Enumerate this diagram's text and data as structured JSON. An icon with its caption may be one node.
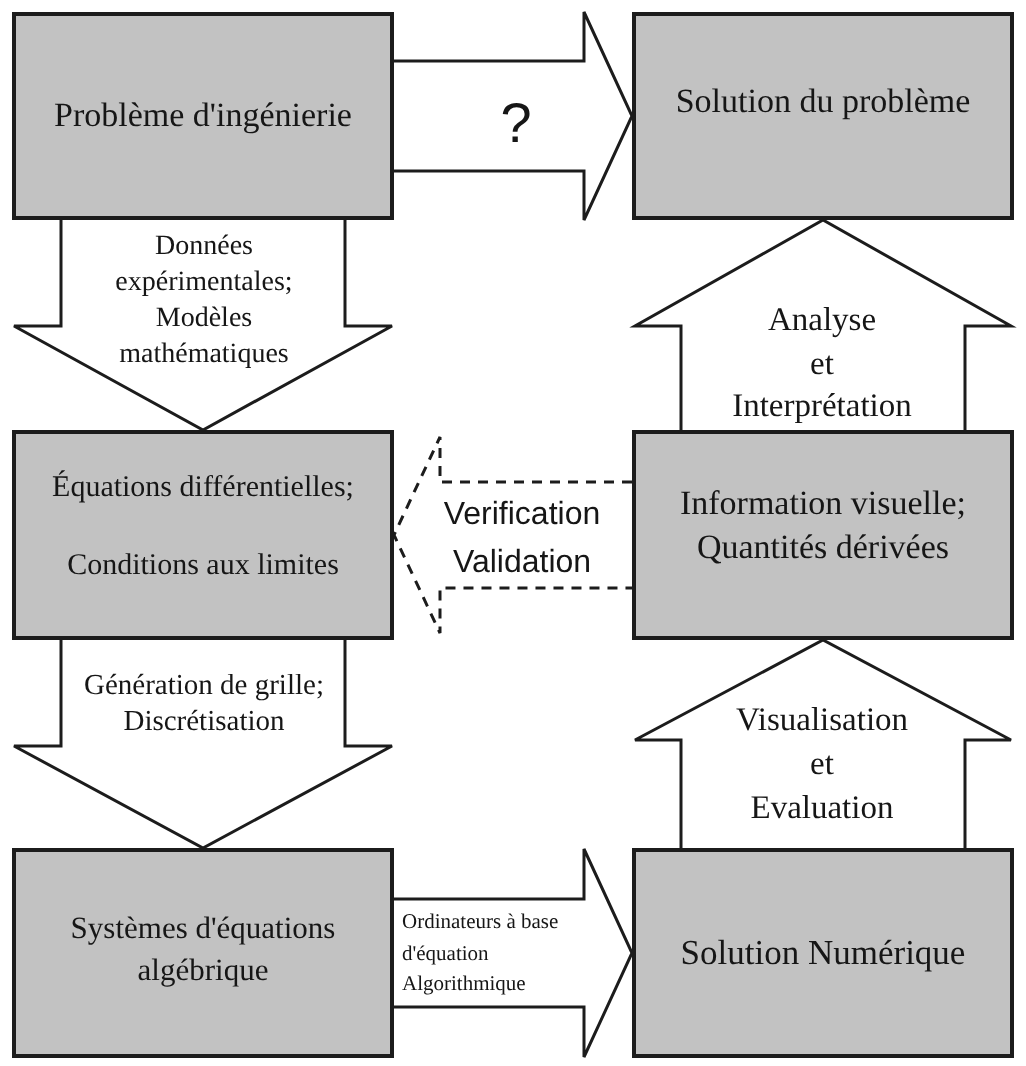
{
  "diagram": {
    "nodes": [
      {
        "text": [
          "Problème d'ingénierie"
        ]
      },
      {
        "text": [
          "Solution du problème"
        ]
      },
      {
        "text": [
          "Équations différentielles; Conditions aux limites"
        ]
      },
      {
        "text": [
          "Information visuelle; Quantités dérivées"
        ]
      },
      {
        "text": [
          "Systèmes d'équations algébrique"
        ]
      },
      {
        "text": [
          "Solution Numérique"
        ]
      }
    ],
    "edges": [
      {
        "from": 0,
        "to": 1,
        "arrow": "to",
        "label": "?"
      },
      {
        "from": 0,
        "to": 2,
        "arrow": "to",
        "label": "Données expérimentales; Modèles mathématiques"
      },
      {
        "from": 3,
        "to": 1,
        "arrow": "to",
        "label": "Analyse et Interprétation"
      },
      {
        "from": 3,
        "to": 2,
        "arrow": "to",
        "label": "Verification Validation",
        "style": "dashed"
      },
      {
        "from": 2,
        "to": 4,
        "arrow": "to",
        "label": "Génération de grille; Discrétisation"
      },
      {
        "from": 4,
        "to": 5,
        "arrow": "to",
        "label": "Ordinateurs à base d'équation Algorithmique"
      },
      {
        "from": 5,
        "to": 3,
        "arrow": "to",
        "label": "Visualisation et Evaluation"
      }
    ]
  }
}
